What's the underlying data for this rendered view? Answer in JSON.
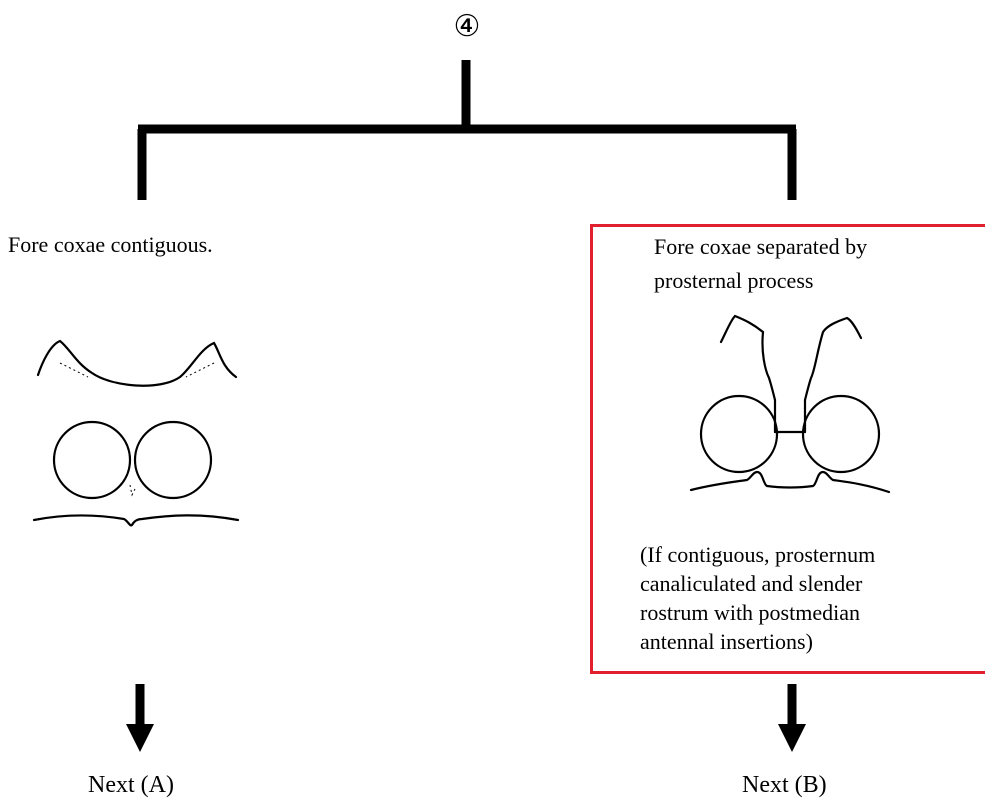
{
  "step_marker": "④",
  "left": {
    "title": "Fore coxae contiguous.",
    "next_label": "Next (A)"
  },
  "right": {
    "title_lines": [
      "Fore coxae separated by",
      "prosternal process"
    ],
    "note_lines": [
      "(If contiguous, prosternum",
      "canaliculated and slender",
      "rostrum with postmedian",
      "antennal insertions)"
    ],
    "next_label": "Next (B)"
  },
  "colors": {
    "line": "#000000",
    "highlight_border": "#e0202e"
  }
}
